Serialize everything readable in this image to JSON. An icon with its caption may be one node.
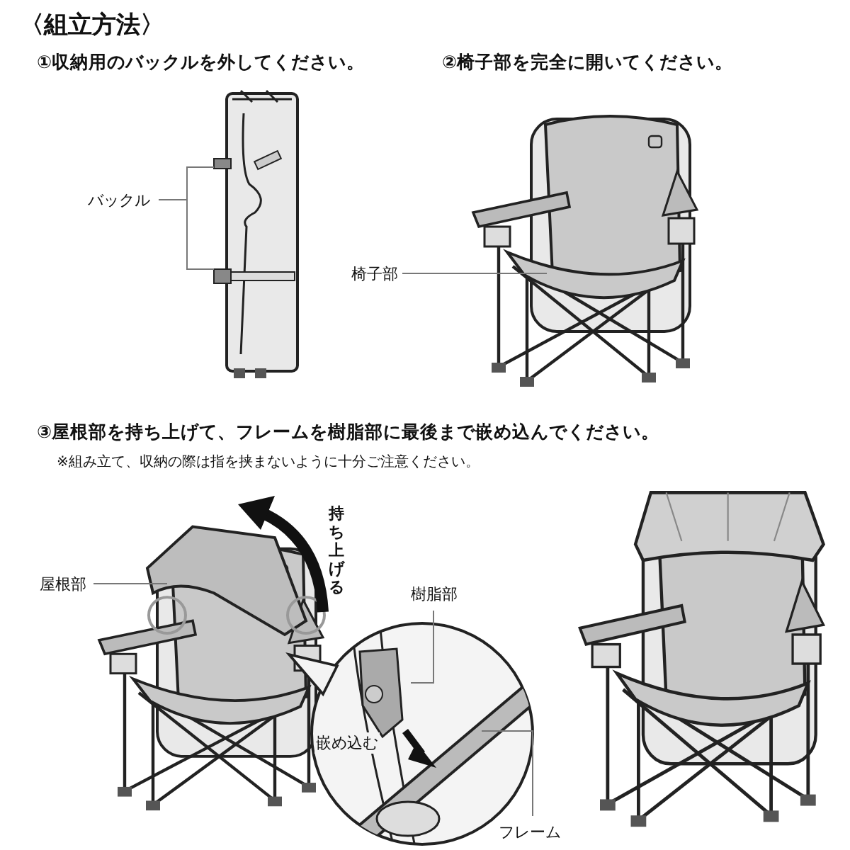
{
  "diagram": {
    "title": "〈組立方法〉",
    "nodes": [
      {
        "text": [
          "バックル"
        ]
      },
      {
        "text": [],
        "shape": "picture"
      },
      {
        "text": [
          "椅子部"
        ]
      },
      {
        "text": [],
        "shape": "picture"
      },
      {
        "text": [
          "屋根部"
        ]
      },
      {
        "text": [],
        "shape": "picture"
      },
      {
        "text": [],
        "shape": "picture"
      },
      {
        "text": [
          "樹脂部"
        ]
      },
      {
        "text": [
          "フレーム"
        ]
      },
      {
        "text": [],
        "shape": "picture"
      }
    ],
    "edges": [
      {
        "from": 0,
        "to": 1,
        "arrow": "none"
      },
      {
        "from": 0,
        "to": 1,
        "arrow": "none"
      },
      {
        "from": 2,
        "to": 3,
        "arrow": "none"
      },
      {
        "from": 4,
        "to": 5,
        "arrow": "none"
      },
      {
        "from": 7,
        "to": 6,
        "arrow": "none"
      },
      {
        "from": 8,
        "to": 6,
        "arrow": "none"
      }
    ],
    "labels": [
      "①収納用のバックルを外してください。",
      "②椅子部を完全に開いてください。",
      "③屋根部を持ち上げて、フレームを樹脂部に最後まで嵌め込んでください。",
      "※組み立て、収納の際は指を挟まないように十分ご注意ください。",
      "持ち上げる",
      "嵌め込む"
    ]
  }
}
